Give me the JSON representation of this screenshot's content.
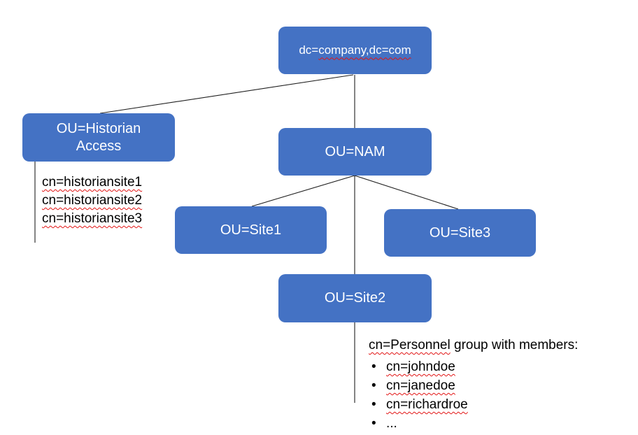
{
  "colors": {
    "node_fill": "#4472C4",
    "node_text": "#ffffff",
    "connector": "#1f1f1f",
    "spellcheck_squiggle": "#e21414"
  },
  "nodes": {
    "root": {
      "prefix": "dc=",
      "squiggled": "company,dc=com"
    },
    "historian": {
      "label": "OU=Historian Access"
    },
    "nam": {
      "label": "OU=NAM"
    },
    "site1": {
      "label": "OU=Site1"
    },
    "site3": {
      "label": "OU=Site3"
    },
    "site2": {
      "label": "OU=Site2"
    }
  },
  "historian_entries": [
    "cn=historiansite1",
    "cn=historiansite2",
    "cn=historiansite3"
  ],
  "personnel": {
    "title_squiggled": "cn=Personnel",
    "title_rest": " group with members:",
    "members": [
      "cn=johndoe",
      "cn=janedoe",
      "cn=richardroe"
    ],
    "more": "..."
  }
}
